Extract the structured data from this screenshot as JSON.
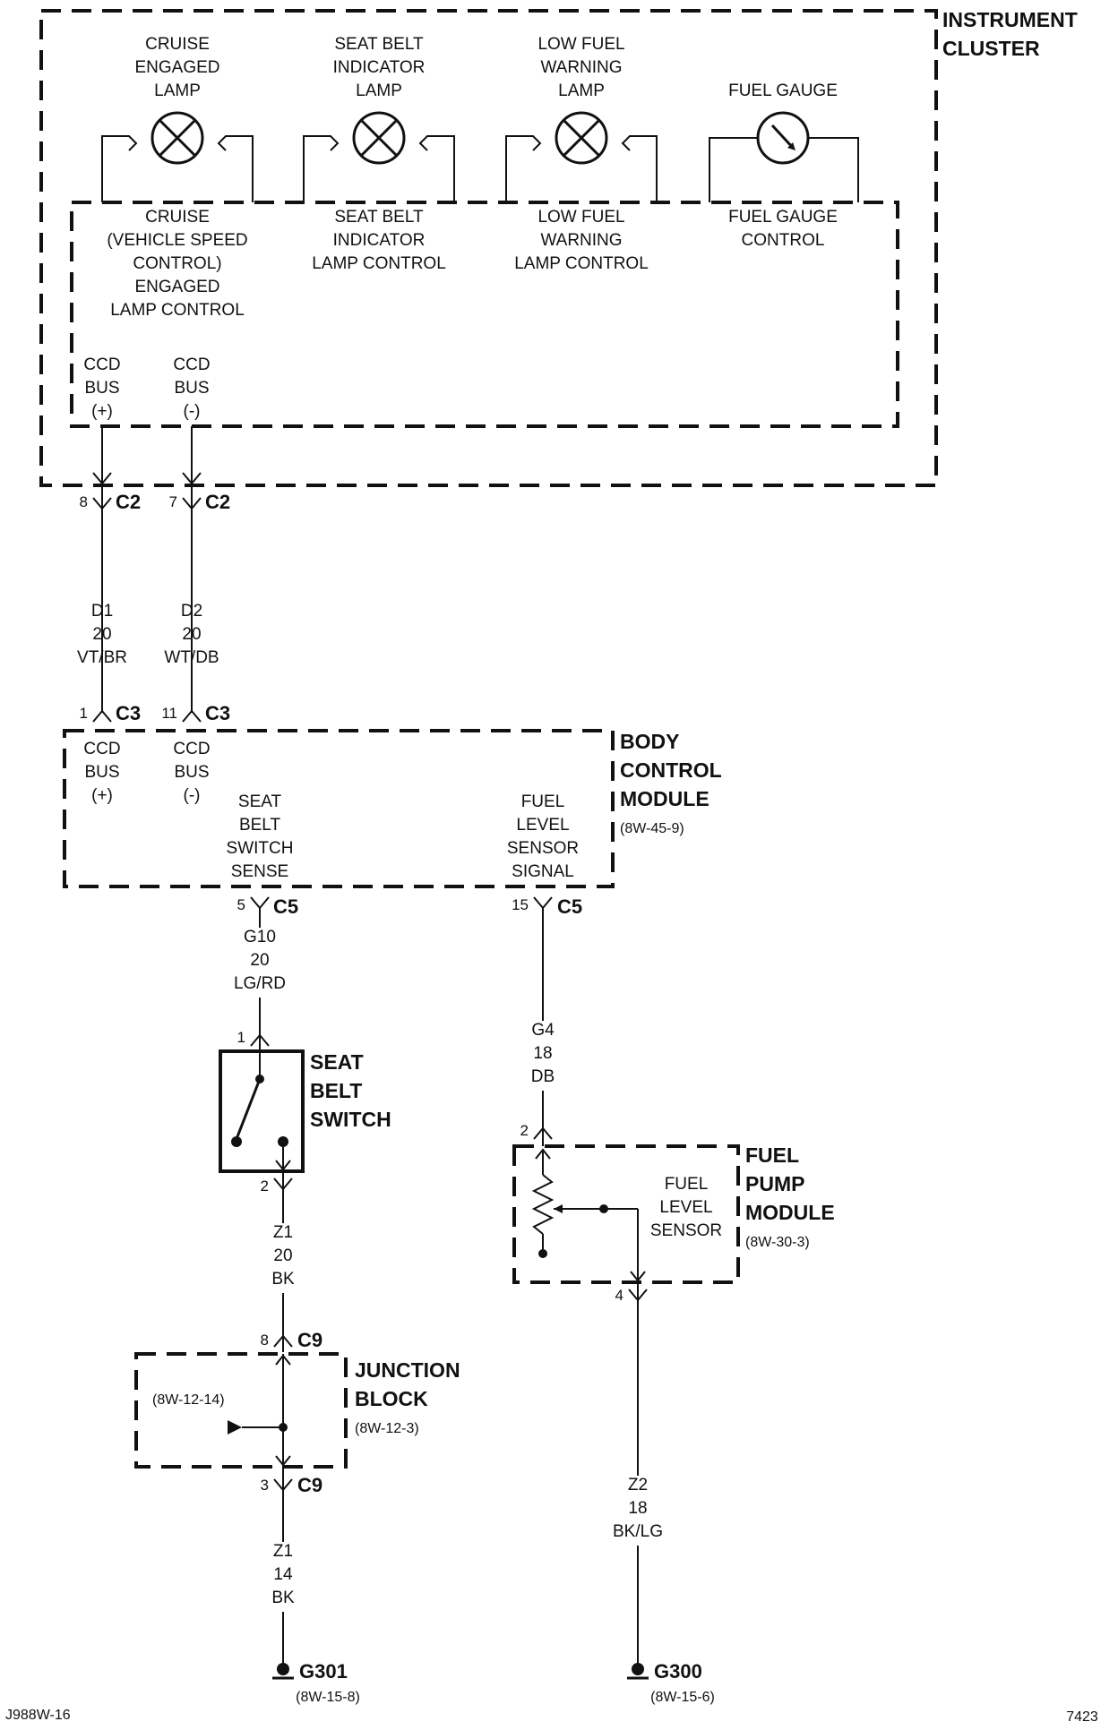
{
  "modules": {
    "instrument_cluster": {
      "name_1": "INSTRUMENT",
      "name_2": "CLUSTER"
    },
    "body_control_module": {
      "name_1": "BODY",
      "name_2": "CONTROL",
      "name_3": "MODULE",
      "ref": "(8W-45-9)"
    },
    "seat_belt_switch": {
      "name_1": "SEAT",
      "name_2": "BELT",
      "name_3": "SWITCH"
    },
    "fuel_pump_module": {
      "name_1": "FUEL",
      "name_2": "PUMP",
      "name_3": "MODULE",
      "ref": "(8W-30-3)"
    },
    "junction_block": {
      "name_1": "JUNCTION",
      "name_2": "BLOCK",
      "ref": "(8W-12-3)",
      "inner_ref": "(8W-12-14)"
    }
  },
  "lamps": {
    "cruise": {
      "label": [
        "CRUISE",
        "ENGAGED",
        "LAMP"
      ],
      "control": [
        "CRUISE",
        "(VEHICLE SPEED",
        "CONTROL)",
        "ENGAGED",
        "LAMP CONTROL"
      ]
    },
    "seatbelt": {
      "label": [
        "SEAT BELT",
        "INDICATOR",
        "LAMP"
      ],
      "control": [
        "SEAT BELT",
        "INDICATOR",
        "LAMP CONTROL"
      ]
    },
    "lowfuel": {
      "label": [
        "LOW FUEL",
        "WARNING",
        "LAMP"
      ],
      "control": [
        "LOW FUEL",
        "WARNING",
        "LAMP CONTROL"
      ]
    },
    "gauge": {
      "label": [
        "FUEL GAUGE"
      ],
      "control": [
        "FUEL GAUGE",
        "CONTROL"
      ]
    }
  },
  "cluster_pins": {
    "ccd_pos": [
      "CCD",
      "BUS",
      "(+)"
    ],
    "ccd_neg": [
      "CCD",
      "BUS",
      "(-)"
    ]
  },
  "bcm_pins": {
    "ccd_pos": [
      "CCD",
      "BUS",
      "(+)"
    ],
    "ccd_neg": [
      "CCD",
      "BUS",
      "(-)"
    ],
    "seat_belt": [
      "SEAT",
      "BELT",
      "SWITCH",
      "SENSE"
    ],
    "fuel_level": [
      "FUEL",
      "LEVEL",
      "SENSOR",
      "SIGNAL"
    ]
  },
  "fuel_level_sensor": [
    "FUEL",
    "LEVEL",
    "SENSOR"
  ],
  "connectors": {
    "c2_pin8": "8",
    "c2_pin7": "7",
    "c2": "C2",
    "c3_pin1": "1",
    "c3_pin11": "11",
    "c3": "C3",
    "c5_pin5": "5",
    "c5_pin15": "15",
    "c5": "C5",
    "sbs_pin1": "1",
    "sbs_pin2": "2",
    "fpm_pin2": "2",
    "fpm_pin4": "4",
    "c9_pin8": "8",
    "c9_pin3": "3",
    "c9": "C9"
  },
  "wires": {
    "d1": [
      "D1",
      "20",
      "VT/BR"
    ],
    "d2": [
      "D2",
      "20",
      "WT/DB"
    ],
    "g10": [
      "G10",
      "20",
      "LG/RD"
    ],
    "g4": [
      "G4",
      "18",
      "DB"
    ],
    "z1_upper": [
      "Z1",
      "20",
      "BK"
    ],
    "z1_lower": [
      "Z1",
      "14",
      "BK"
    ],
    "z2": [
      "Z2",
      "18",
      "BK/LG"
    ]
  },
  "grounds": {
    "g301": {
      "name": "G301",
      "ref": "(8W-15-8)"
    },
    "g300": {
      "name": "G300",
      "ref": "(8W-15-6)"
    }
  },
  "footer": {
    "figure_id": "J988W-16",
    "page_number": "7423"
  }
}
